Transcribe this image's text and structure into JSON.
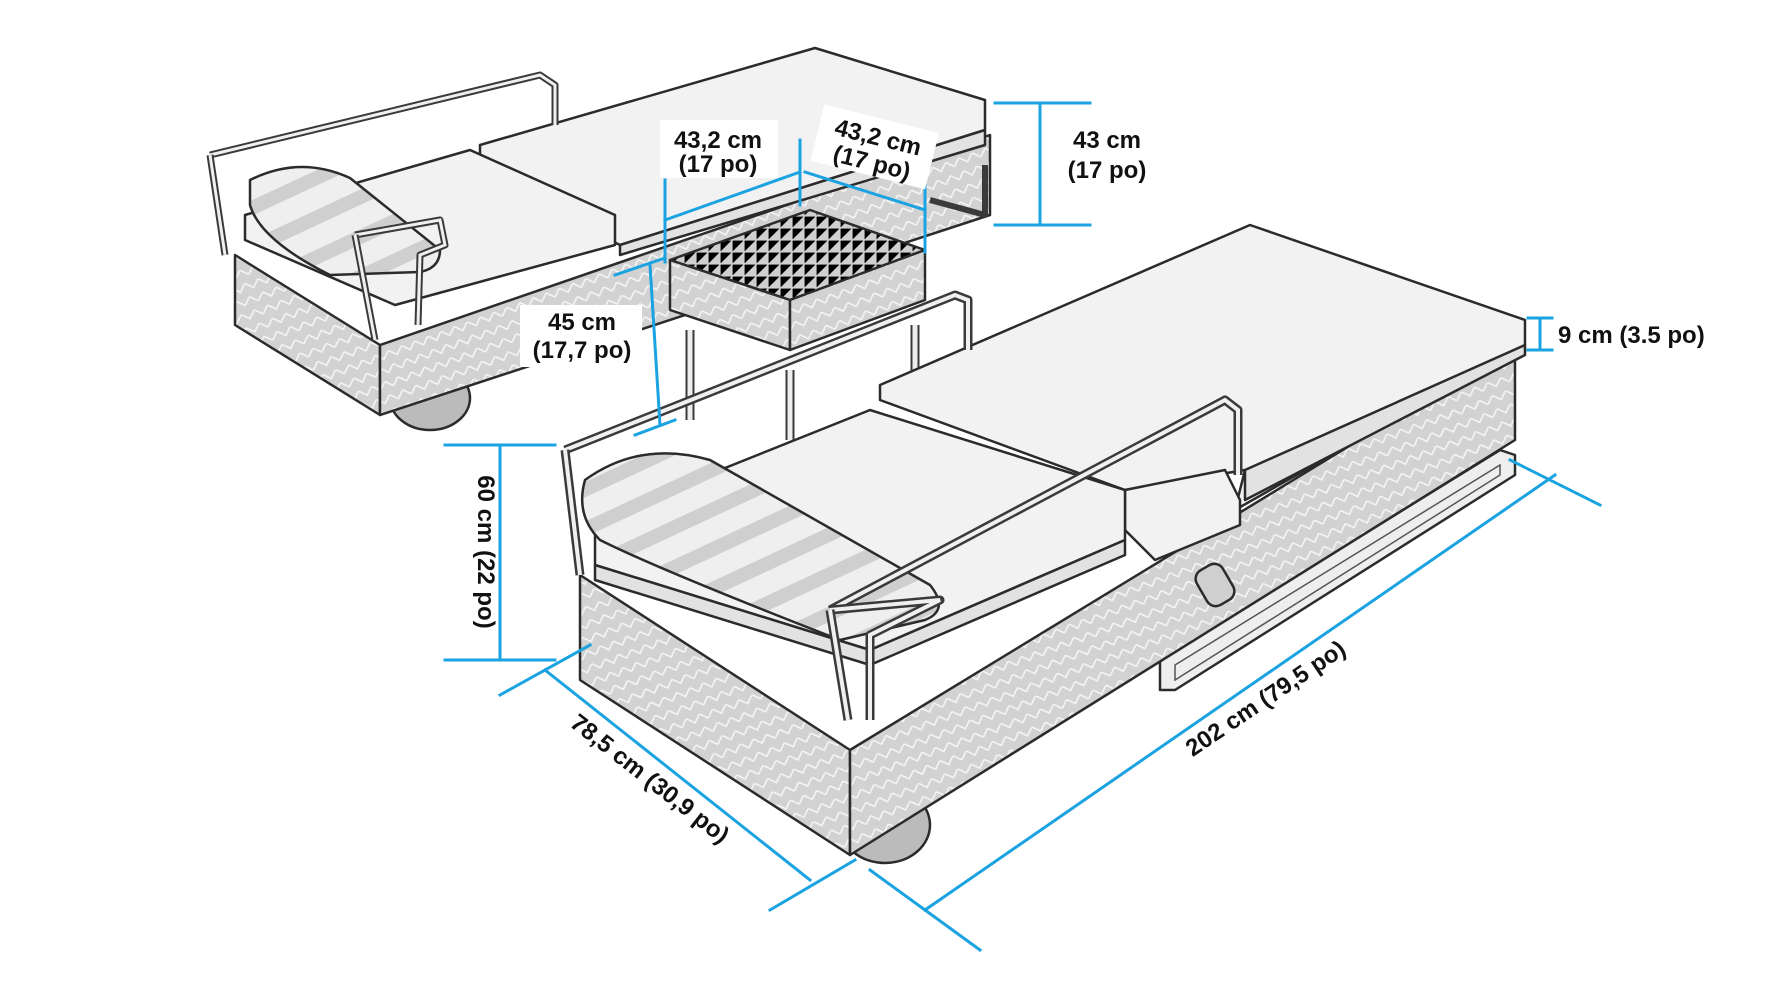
{
  "colors": {
    "dimension_line": "#1aa3e0",
    "outline": "#2b2b2b",
    "wicker": "#d2d2d2",
    "cushion": "#f2f2f2"
  },
  "dimensions": {
    "table_width": {
      "line1": "43,2 cm",
      "line2": "(17 po)"
    },
    "table_depth": {
      "line1": "43,2 cm",
      "line2": "(17 po)"
    },
    "table_height": {
      "line1": "43 cm",
      "line2": "(17 po)"
    },
    "cushion_thickness": {
      "line1": "9 cm (3.5 po)"
    },
    "seat_height": {
      "line1": "45 cm",
      "line2": "(17,7 po)"
    },
    "overall_height": {
      "line1": "60 cm (22 po)"
    },
    "width": {
      "line1": "78,5 cm (30,9 po)"
    },
    "length": {
      "line1": "202 cm (79,5 po)"
    }
  }
}
